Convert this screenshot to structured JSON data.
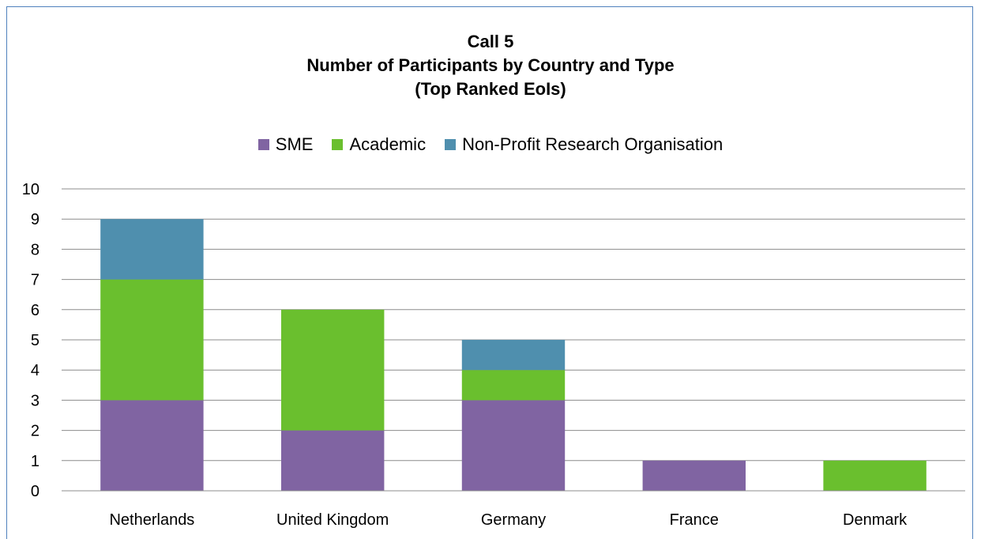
{
  "chart_data": {
    "type": "bar",
    "stacked": true,
    "title_lines": [
      "Call 5",
      "Number of Participants by Country and Type",
      "(Top Ranked EoIs)"
    ],
    "categories": [
      "Netherlands",
      "United Kingdom",
      "Germany",
      "France",
      "Denmark"
    ],
    "series": [
      {
        "name": "SME",
        "color": "#8064a2",
        "values": [
          3,
          2,
          3,
          1,
          0
        ]
      },
      {
        "name": "Academic",
        "color": "#6abf2e",
        "values": [
          4,
          4,
          1,
          0,
          1
        ]
      },
      {
        "name": "Non-Profit Research Organisation",
        "color": "#4f8fae",
        "values": [
          2,
          0,
          1,
          0,
          0
        ]
      }
    ],
    "ylim": [
      0,
      10
    ],
    "yticks": [
      "0",
      "1",
      "2",
      "3",
      "4",
      "5",
      "6",
      "7",
      "8",
      "9",
      "10"
    ],
    "grid": true,
    "legend_position": "top"
  }
}
